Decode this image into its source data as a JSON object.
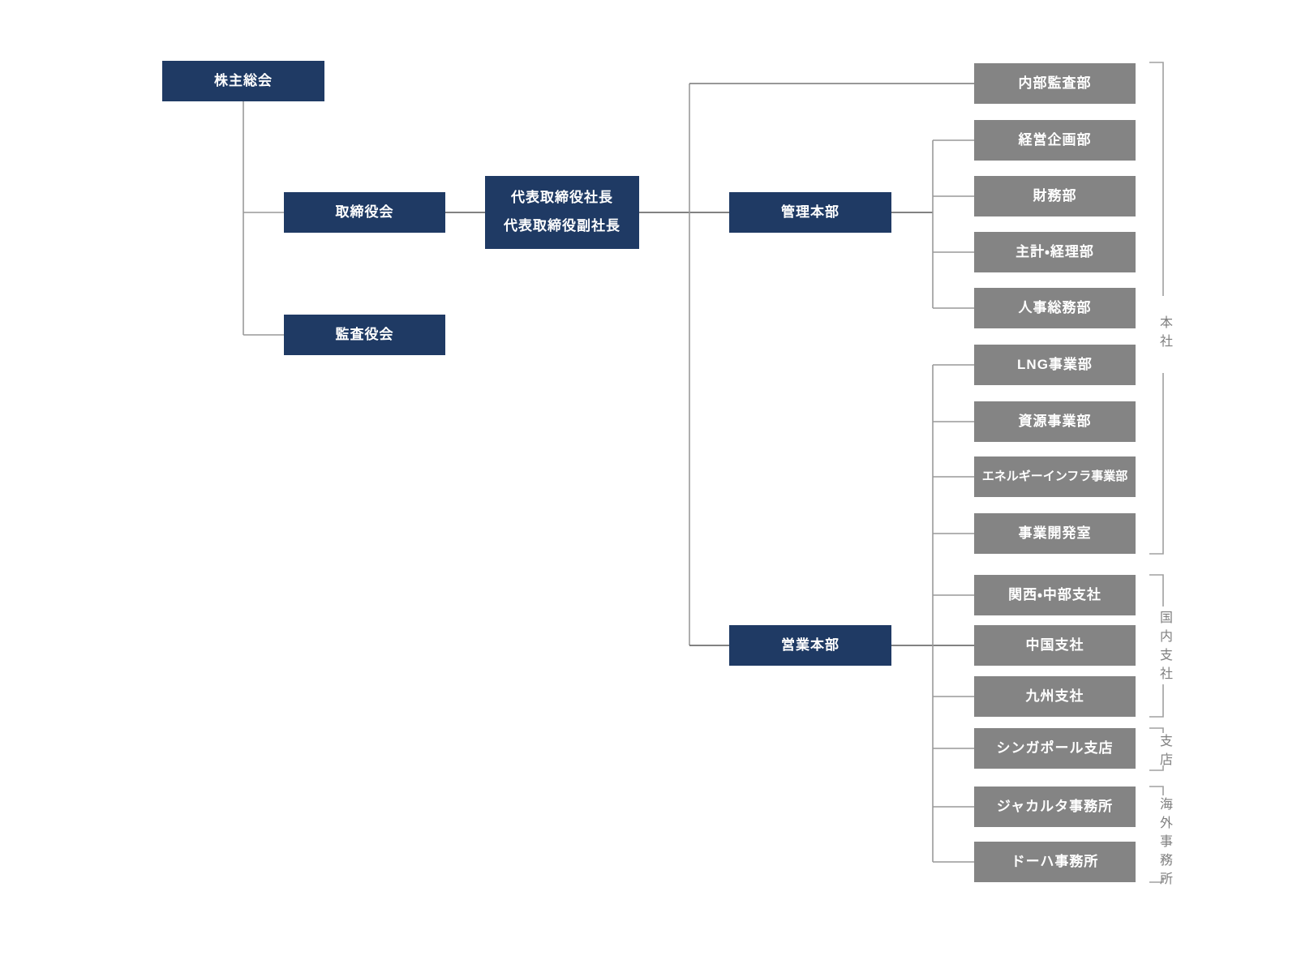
{
  "org_chart": {
    "nodes": {
      "shareholders": "株主総会",
      "board_of_directors": "取締役会",
      "audit_board": "監査役会",
      "president_line1": "代表取締役社長",
      "president_line2": "代表取締役副社長",
      "admin_division": "管理本部",
      "sales_division": "営業本部"
    },
    "departments": [
      {
        "label": "内部監査部"
      },
      {
        "label": "経営企画部"
      },
      {
        "label": "財務部"
      },
      {
        "label": "主計・経理部"
      },
      {
        "label": "人事総務部"
      },
      {
        "label": "LNG事業部"
      },
      {
        "label": "資源事業部"
      },
      {
        "label": "エネルギーインフラ事業部"
      },
      {
        "label": "事業開発室"
      },
      {
        "label": "関西・中部支社"
      },
      {
        "label": "中国支社"
      },
      {
        "label": "九州支社"
      },
      {
        "label": "シンガポール支店"
      },
      {
        "label": "ジャカルタ事務所"
      },
      {
        "label": "ドーハ事務所"
      }
    ],
    "group_labels": {
      "head_office": "本社",
      "domestic_branches": "国内支社",
      "branch": "支店",
      "overseas_offices": "海外事務所"
    },
    "colors": {
      "navy_box": "#1f3a64",
      "gray_box": "#848484",
      "line_light": "#999999",
      "line_dark": "#595959",
      "line_mid": "#777777",
      "bracket": "#a0a0a0",
      "label_text": "#7f7f7f",
      "box_text": "#ffffff"
    }
  }
}
